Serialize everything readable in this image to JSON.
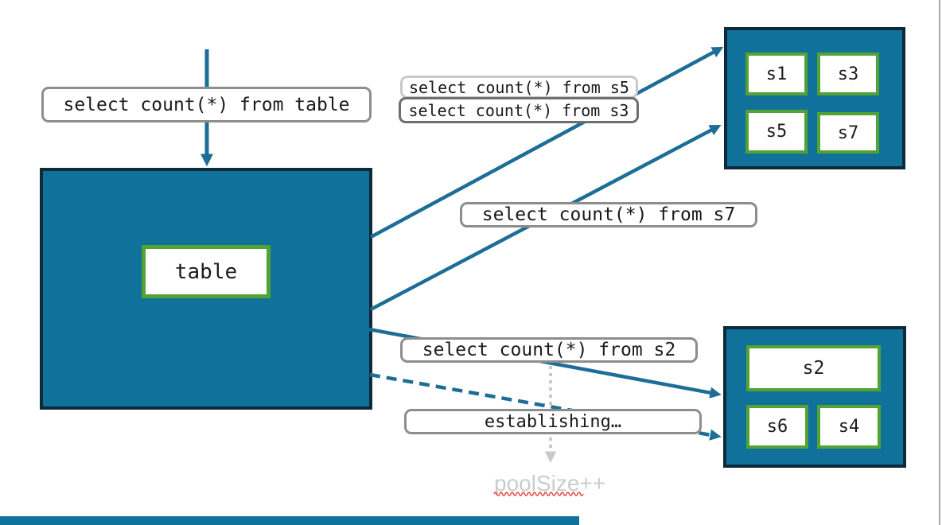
{
  "queries": {
    "table": "select count(*) from table",
    "s5": "select count(*) from s5",
    "s3": "select count(*) from s3",
    "s7": "select count(*) from s7",
    "s2": "select count(*) from s2"
  },
  "status": {
    "establishing": "establishing…",
    "pool_size": "poolSize++"
  },
  "nodes": {
    "table_label": "table",
    "shards_top": [
      "s1",
      "s3",
      "s5",
      "s7"
    ],
    "shards_bottom": [
      "s2",
      "s6",
      "s4"
    ]
  },
  "colors": {
    "teal_fill": "#10719A",
    "navy_border": "#0E2A3A",
    "green_border": "#52A334",
    "arrow_teal": "#1D6E96",
    "callout_border": "#8D8D8D",
    "callout_border_light": "#C9C9C9",
    "callout_border_dark": "#6E6E6E",
    "muted_text": "#C9CDCD",
    "dotted_arrow": "#C9C9C9",
    "squiggle_red": "#E8423C"
  }
}
